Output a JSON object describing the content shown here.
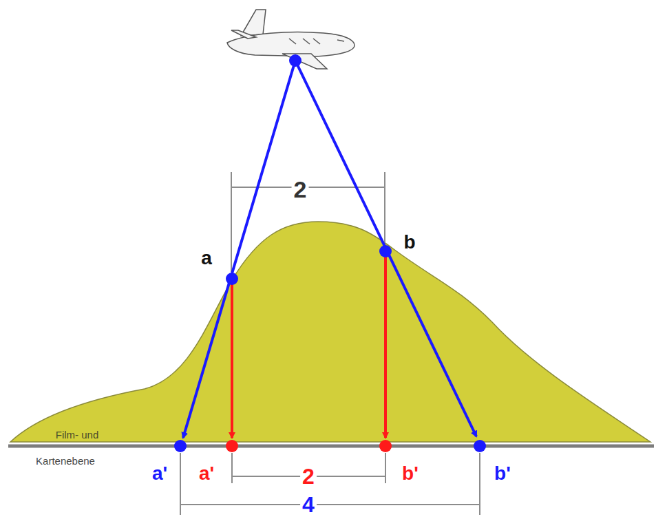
{
  "diagram": {
    "labels": [
      "2",
      "a",
      "b",
      "Film- und",
      "Kartenebene",
      "a'",
      "a'",
      "2",
      "b'",
      "b'",
      "4"
    ]
  }
}
